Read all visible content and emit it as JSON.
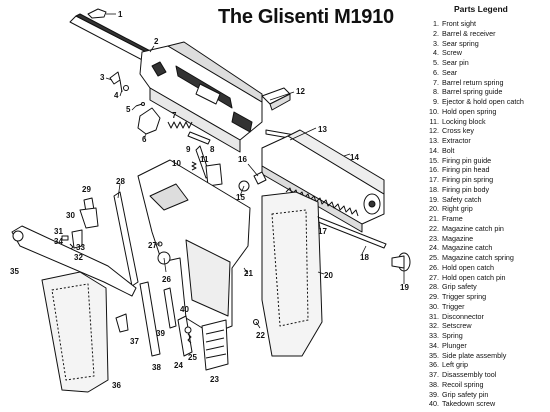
{
  "title": "The Glisenti M1910",
  "legend": {
    "title": "Parts Legend",
    "items": [
      {
        "num": "1.",
        "name": "Front sight"
      },
      {
        "num": "2.",
        "name": "Barrel & receiver"
      },
      {
        "num": "3.",
        "name": "Sear spring"
      },
      {
        "num": "4.",
        "name": "Screw"
      },
      {
        "num": "5.",
        "name": "Sear pin"
      },
      {
        "num": "6.",
        "name": "Sear"
      },
      {
        "num": "7.",
        "name": "Barrel return spring"
      },
      {
        "num": "8.",
        "name": "Barrel spring guide"
      },
      {
        "num": "9.",
        "name": "Ejector & hold open catch"
      },
      {
        "num": "10.",
        "name": "Hold open spring"
      },
      {
        "num": "11.",
        "name": "Locking block"
      },
      {
        "num": "12.",
        "name": "Cross key"
      },
      {
        "num": "13.",
        "name": "Extractor"
      },
      {
        "num": "14.",
        "name": "Bolt"
      },
      {
        "num": "15.",
        "name": "Firing pin guide"
      },
      {
        "num": "16.",
        "name": "Firing pin head"
      },
      {
        "num": "17.",
        "name": "Firing pin spring"
      },
      {
        "num": "18.",
        "name": "Firing pin body"
      },
      {
        "num": "19.",
        "name": "Safety catch"
      },
      {
        "num": "20.",
        "name": "Right grip"
      },
      {
        "num": "21.",
        "name": "Frame"
      },
      {
        "num": "22.",
        "name": "Magazine catch pin"
      },
      {
        "num": "23.",
        "name": "Magazine"
      },
      {
        "num": "24.",
        "name": "Magazine catch"
      },
      {
        "num": "25.",
        "name": "Magazine catch spring"
      },
      {
        "num": "26.",
        "name": "Hold open catch"
      },
      {
        "num": "27.",
        "name": "Hold open catch pin"
      },
      {
        "num": "28.",
        "name": "Grip safety"
      },
      {
        "num": "29.",
        "name": "Trigger spring"
      },
      {
        "num": "30.",
        "name": "Trigger"
      },
      {
        "num": "31.",
        "name": "Disconnector"
      },
      {
        "num": "32.",
        "name": "Setscrew"
      },
      {
        "num": "33.",
        "name": "Spring"
      },
      {
        "num": "34.",
        "name": "Plunger"
      },
      {
        "num": "35.",
        "name": "Side plate assembly"
      },
      {
        "num": "36.",
        "name": "Left grip"
      },
      {
        "num": "37.",
        "name": "Disassembly tool"
      },
      {
        "num": "38.",
        "name": "Recoil spring"
      },
      {
        "num": "39.",
        "name": "Grip safety pin"
      },
      {
        "num": "40.",
        "name": "Takedown screw"
      }
    ]
  },
  "callouts": [
    "1",
    "2",
    "3",
    "4",
    "5",
    "6",
    "7",
    "8",
    "9",
    "10",
    "11",
    "12",
    "13",
    "14",
    "15",
    "16",
    "17",
    "18",
    "19",
    "20",
    "21",
    "22",
    "23",
    "24",
    "25",
    "26",
    "27",
    "28",
    "29",
    "30",
    "31",
    "32",
    "33",
    "34",
    "35",
    "36",
    "37",
    "38",
    "39",
    "40"
  ]
}
